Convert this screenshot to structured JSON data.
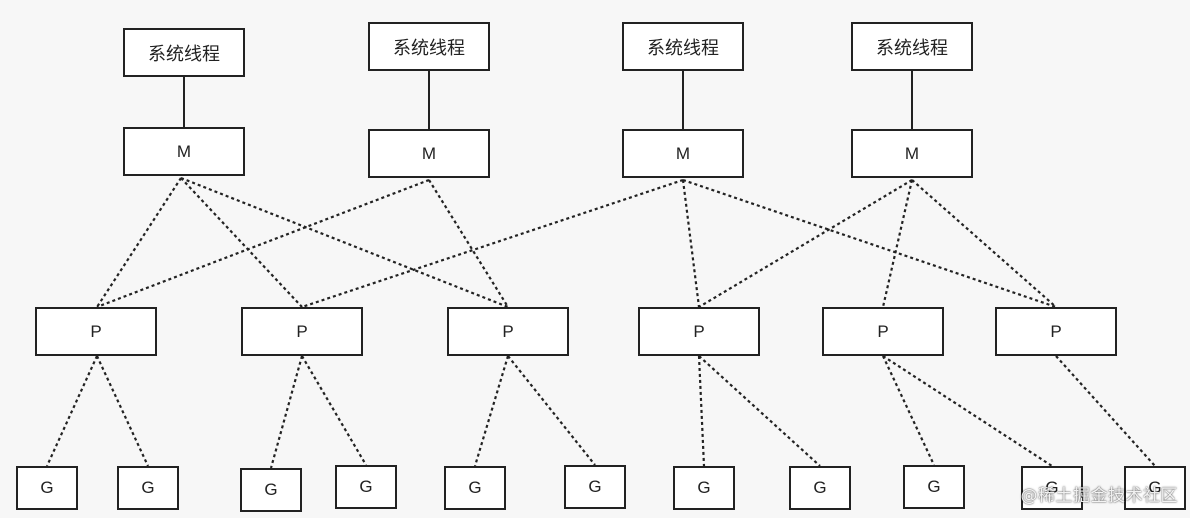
{
  "threads": [
    "系统线程",
    "系统线程",
    "系统线程",
    "系统线程"
  ],
  "ms": [
    "M",
    "M",
    "M",
    "M"
  ],
  "ps": [
    "P",
    "P",
    "P",
    "P",
    "P",
    "P"
  ],
  "gs": [
    "G",
    "G",
    "G",
    "G",
    "G",
    "G",
    "G",
    "G",
    "G",
    "G",
    "G"
  ],
  "watermark": "@稀土掘金技术社区",
  "colors": {
    "stroke": "#222222",
    "background": "#f7f7f7",
    "box_fill": "#ffffff"
  }
}
